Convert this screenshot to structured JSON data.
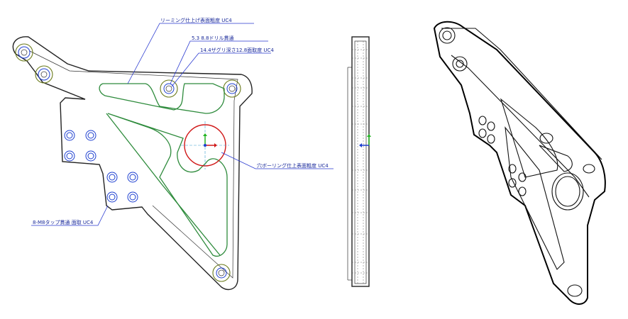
{
  "annotations": {
    "reaming": "リーミング仕上げ表面粗度 UC4",
    "drill": "5.3 8.8ドリル貫通",
    "counterbore": "14.4ザグリ深さ12.8面取度 UC4",
    "boring": "穴ボーリング仕上表面粗度 UC4",
    "tap": "8-M8タップ貫通 面取 UC4"
  },
  "colors": {
    "annotation": "#1a2a9a",
    "leader": "#2a3ad0",
    "pocket": "#2e8b3c",
    "bore": "#d01818",
    "tapped_holes": "#1d3fd0",
    "axis_x": "#d01818",
    "axis_y": "#22b322",
    "axis_z": "#1d3fd0"
  }
}
